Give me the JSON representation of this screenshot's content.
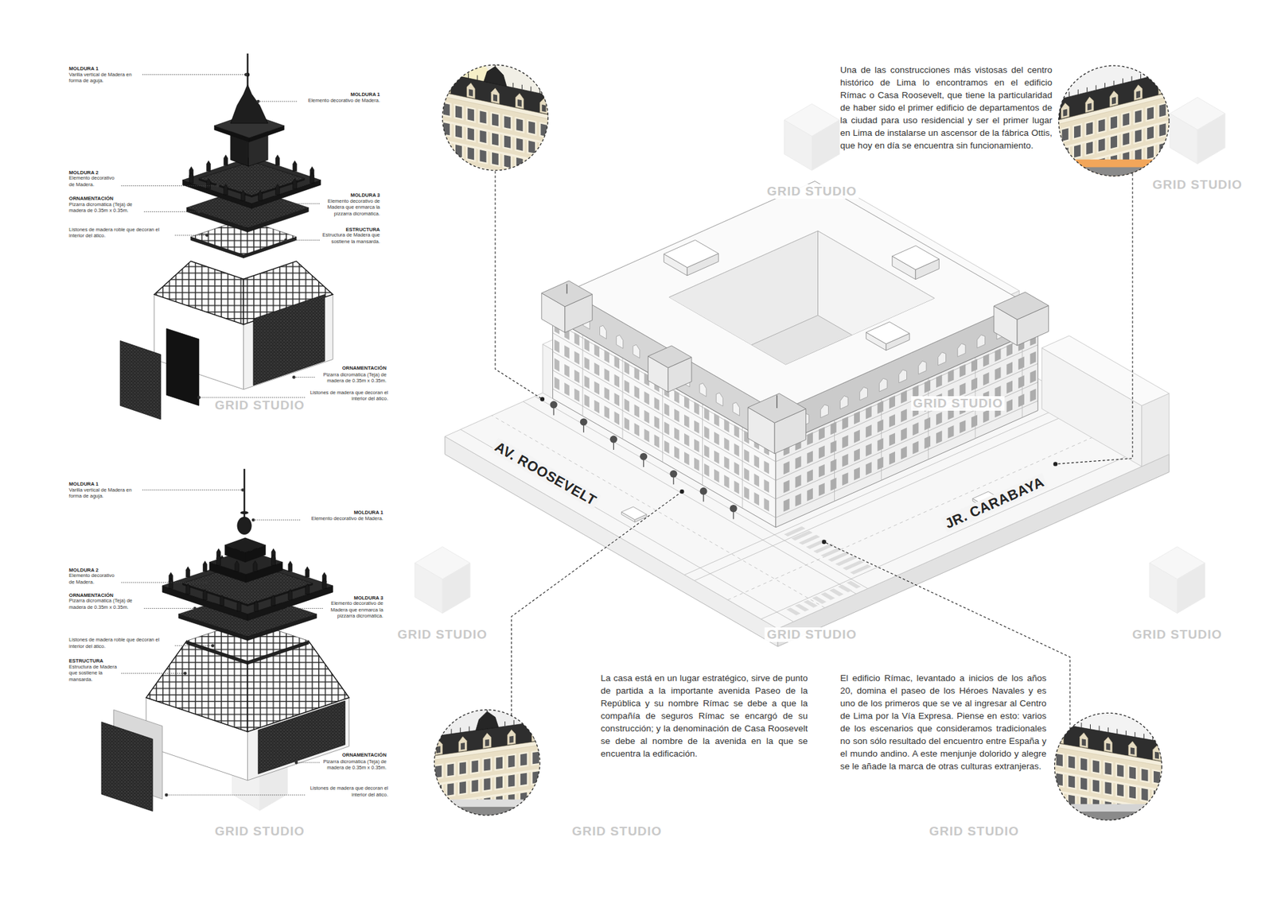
{
  "diagram": {
    "labels": [
      "MOLDURA 1",
      "Varilla vertical de Madera en forma de aguja.",
      "MOLDURA 1",
      "Elemento decorativo de Madera.",
      "MOLDURA 2",
      "Elemento decorativo de Madera.",
      "ORNAMENTACIÓN",
      "Pizarra dicromática (Teja) de madera de 0.35m x 0.35m.",
      "MOLDURA 3",
      "Elemento decorativo de Madera que enmarca la pizzarra dicromática.",
      "Listones de madera roble que decoran el interior del ático.",
      "ESTRUCTURA",
      "Estructura de Madera que sostiene la mansarda.",
      "ORNAMENTACIÓN",
      "Pizarra dicromática (Teja) de madera de 0.35m x 0.35m.",
      "Listones de madera que decoran el interior del ático.",
      "MOLDURA 1",
      "Varilla vertical de Madera en forma de aguja.",
      "MOLDURA 1",
      "Elemento decorativo de Madera.",
      "MOLDURA 2",
      "Elemento decorativo de Madera.",
      "ORNAMENTACIÓN",
      "Pizarra dicromática (Teja) de madera de 0.35m x 0.35m.",
      "MOLDURA 3",
      "Elemento decorativo de Madera que enmarca la pizzarra dicromática.",
      "Listones de madera roble que decoran el interior del ático.",
      "ESTRUCTURA",
      "Estructura de Madera que sostiene la mansarda.",
      "ORNAMENTACIÓN",
      "Pizarra dicromática (Teja) de madera de 0.35m x 0.35m.",
      "Listones de madera que decoran el interior del ático.",
      "AV. ROOSEVELT",
      "JR. CARABAYA",
      "Una de las construcciones más vistosas del centro histórico de Lima lo encontramos en el edificio Rímac o Casa Roosevelt, que tiene la particularidad de haber sido el primer edificio de departamentos de la ciudad para uso residencial y ser el primer lugar en Lima de instalarse un ascensor de la fábrica Ottis, que hoy en día se encuentra sin funcionamiento.",
      "La casa está en un lugar estratégico, sirve de punto de partida a la importante avenida Paseo de la República y su nombre Rímac se debe a que la compañía de seguros Rímac se encargó de su construcción; y la denominación de Casa Roosevelt se debe al nombre de la avenida en la que se encuentra la edificación.",
      "El edificio Rímac, levantado a inicios de los años 20, domina el paseo de los Héroes Navales y es uno de los primeros que se ve al ingresar al Centro de Lima por la Vía Expresa. Piense en esto: varios de los escenarios que consideramos tradicionales no son sólo resultado del encuentro entre España y el mundo andino. A este menjunje dolorido y alegre se le añade la marca de otras culturas extranjeras.",
      "GRID STUDIO",
      "GRID STUDIO",
      "GRID STUDIO",
      "GRID STUDIO",
      "GRID STUDIO",
      "GRID STUDIO",
      "GRID STUDIO",
      "GRID STUDIO",
      "GRID STUDIO",
      "GRID STUDIO"
    ]
  }
}
